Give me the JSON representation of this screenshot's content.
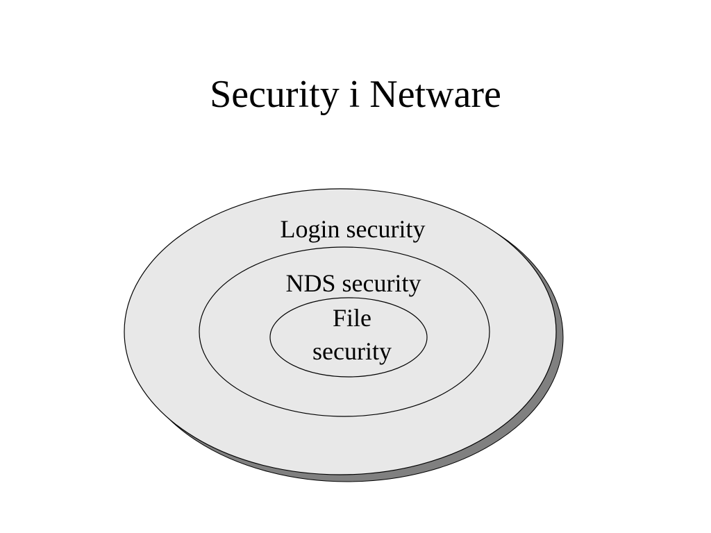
{
  "slide": {
    "title": "Security i Netware"
  },
  "diagram": {
    "layers": [
      {
        "label": "Login security"
      },
      {
        "label": "NDS security"
      },
      {
        "label_lines": [
          "File",
          "security"
        ]
      }
    ],
    "colors": {
      "fill": "#e8e8e8",
      "shadow": "#808080",
      "stroke": "#000000"
    }
  }
}
